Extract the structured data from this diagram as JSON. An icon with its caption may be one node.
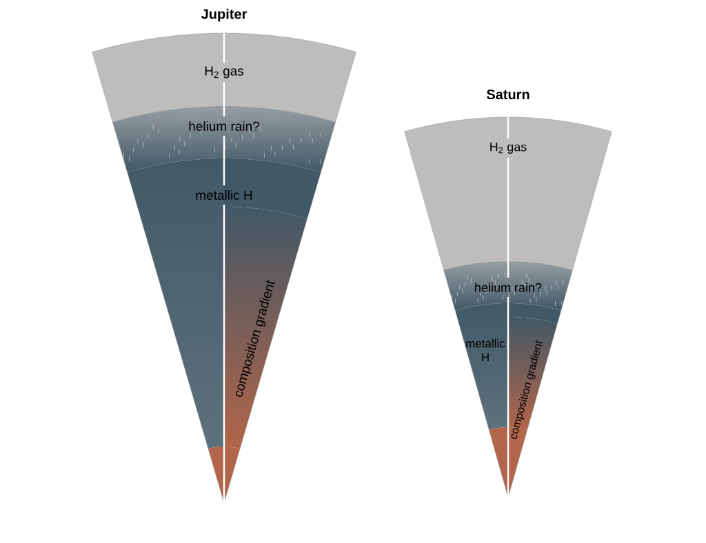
{
  "diagram": {
    "labels": [
      "Jupiter",
      "H$_{2}$ gas",
      "helium rain?",
      "metallic H",
      "composition gradient",
      "Saturn",
      "H$_{2}$ gas",
      "helium rain?",
      "metallic H",
      "composition gradient"
    ]
  }
}
